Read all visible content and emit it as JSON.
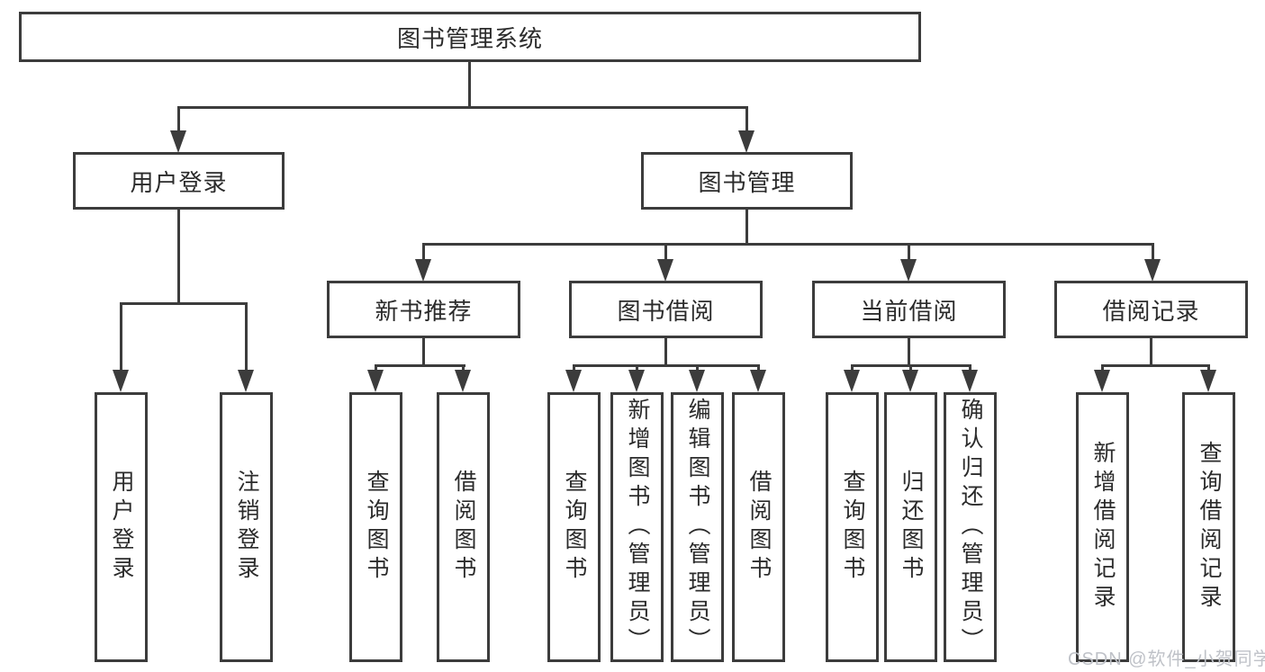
{
  "diagram": {
    "root_label": "图书管理系统",
    "level2": [
      "用户登录",
      "图书管理"
    ],
    "level3": [
      "新书推荐",
      "图书借阅",
      "当前借阅",
      "借阅记录"
    ],
    "leaf_groups": [
      [
        "用户登录",
        "注销登录"
      ],
      [
        "查询图书",
        "借阅图书"
      ],
      [
        "查询图书",
        "新增图书（管理员）",
        "编辑图书（管理员）",
        "借阅图书"
      ],
      [
        "查询图书",
        "归还图书",
        "确认归还（管理员）"
      ],
      [
        "新增借阅记录",
        "查询借阅记录"
      ]
    ],
    "watermark": "CSDN @软件_小贺同学",
    "colors": {
      "line": "#3c3c3c",
      "text": "#2b2b2b",
      "background": "#ffffff",
      "watermark": "#bfc2c8"
    }
  }
}
